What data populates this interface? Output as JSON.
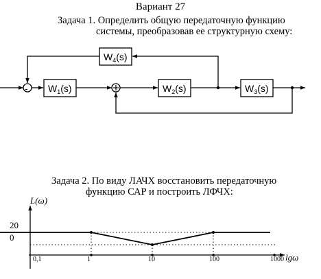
{
  "header": {
    "variant": "Вариант 27"
  },
  "task1": {
    "line1": "Задача 1. Определить общую  передаточную  функцию",
    "line2": "системы, преобразовав ее структурную схему:",
    "blocks": [
      {
        "name": "W",
        "sub": "1",
        "arg": "(s)"
      },
      {
        "name": "W",
        "sub": "2",
        "arg": "(s)"
      },
      {
        "name": "W",
        "sub": "3",
        "arg": "(s)"
      },
      {
        "name": "W",
        "sub": "4",
        "arg": "(s)"
      }
    ],
    "sign_minus": "-"
  },
  "task2": {
    "line1": "Задача 2. По виду ЛАЧХ восстановить передаточную",
    "line2": "функцию САР и построить ЛФЧХ:",
    "chart_data": {
      "type": "line",
      "ylabel": "L(ω)",
      "xlabel": "lgω",
      "x_ticks": [
        "0,1",
        "1",
        "10",
        "100",
        "1000"
      ],
      "y_ticks": [
        "20",
        "0"
      ],
      "x_scale": "log",
      "series": [
        {
          "x": [
            0.02,
            1,
            10,
            100,
            1000
          ],
          "y": [
            20,
            20,
            0,
            20,
            20
          ]
        }
      ]
    }
  }
}
